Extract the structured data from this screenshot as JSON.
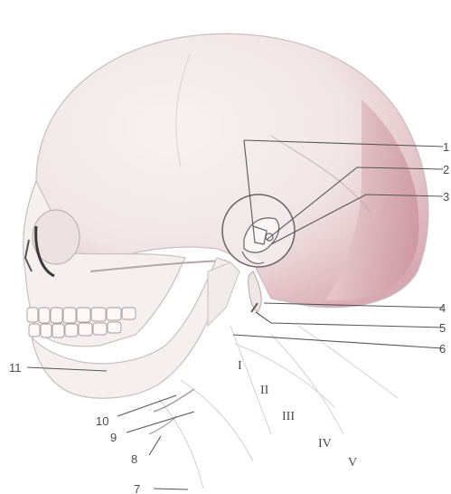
{
  "diagram": {
    "colors": {
      "bone": "#f4eeec",
      "bone_outline": "#c9bfbf",
      "cranium_shade": "#d9a9b2",
      "cranium_dark": "#c48b97",
      "detail_stroke": "#9a8a8c",
      "leader": "#555555",
      "label": "#4a4a4a"
    },
    "numbered_labels": [
      "1",
      "2",
      "3",
      "4",
      "5",
      "6",
      "7",
      "8",
      "9",
      "10",
      "11"
    ],
    "roman_labels": [
      "I",
      "II",
      "III",
      "IV",
      "V"
    ]
  }
}
